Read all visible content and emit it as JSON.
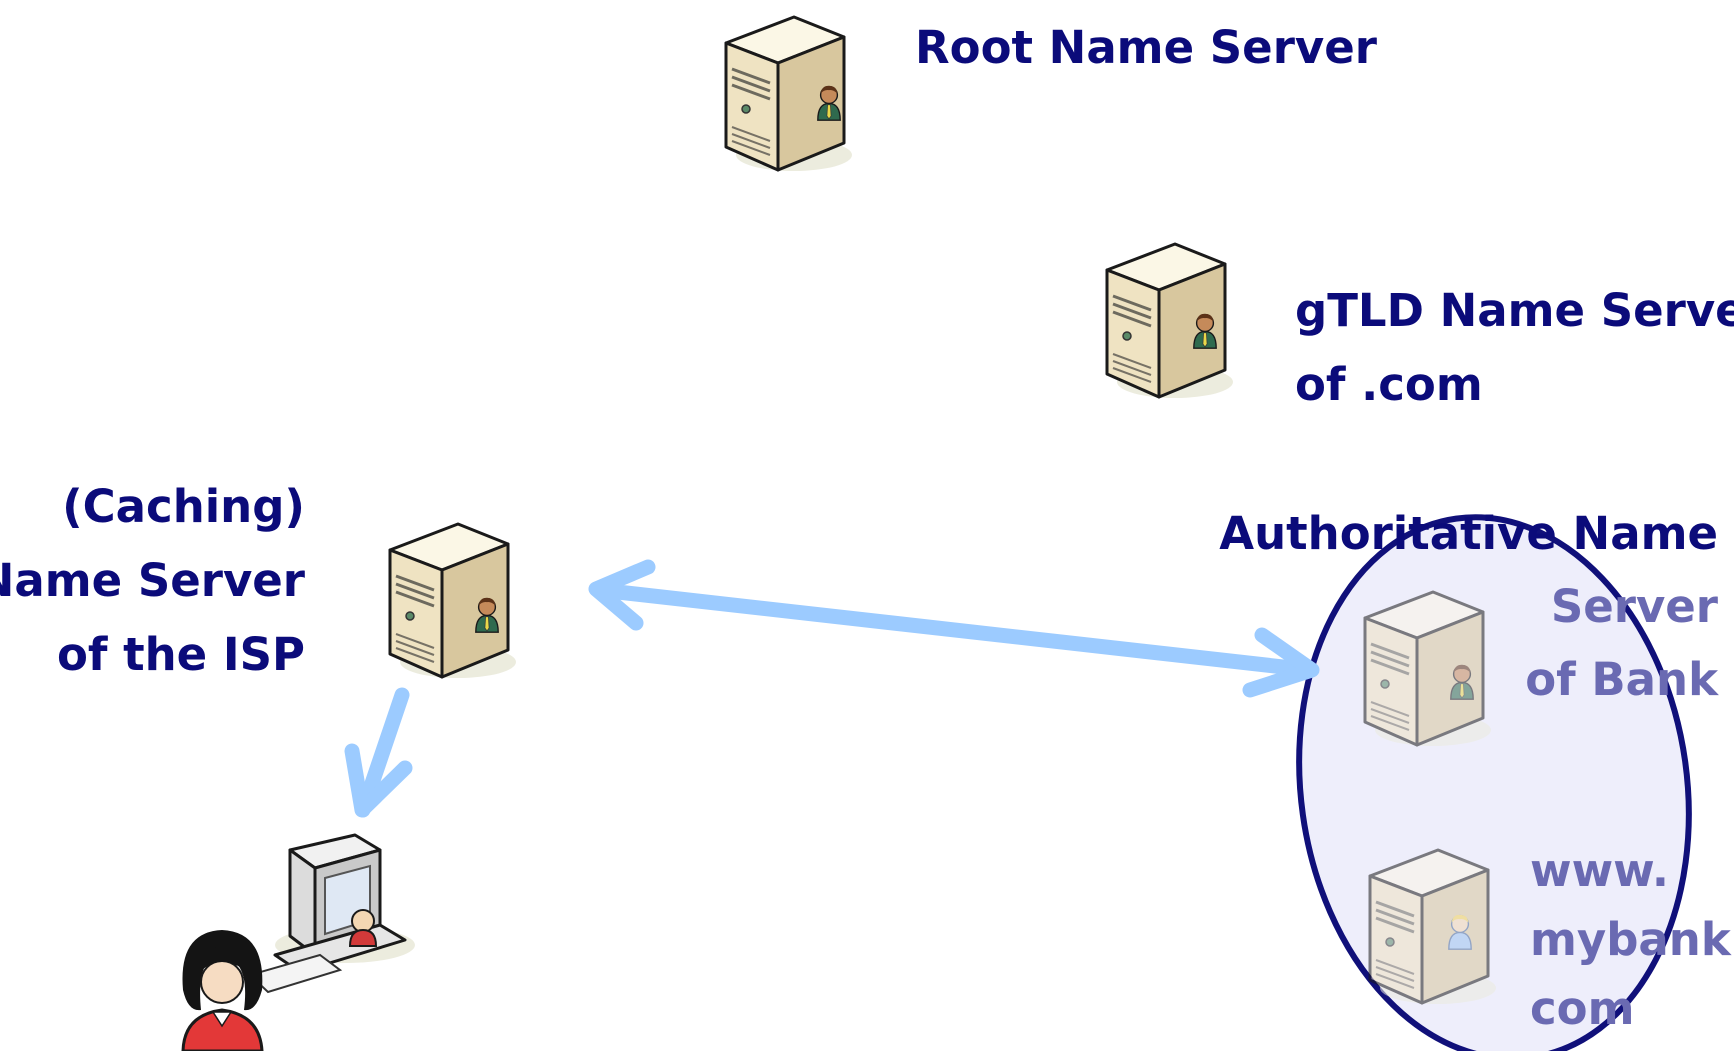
{
  "colors": {
    "label": "#0b0b7a",
    "label_faded": "#6a6ab2",
    "arrow": "#9ccbff",
    "ellipse_stroke": "#10107a",
    "ellipse_fill": "#eeeefb"
  },
  "nodes": {
    "root": {
      "label": "Root Name Server",
      "icon": "server-icon"
    },
    "gtld": {
      "label_line1": "gTLD Name Server",
      "label_line2": "of .com",
      "icon": "server-icon"
    },
    "isp": {
      "label_line1": "(Caching)",
      "label_line2": "Name Server",
      "label_line3": "of the ISP",
      "icon": "server-icon"
    },
    "authoritative": {
      "label_line1": "Authoritative Name",
      "label_line2": "Server",
      "label_line3": "of Bank",
      "icon": "server-icon"
    },
    "webserver": {
      "label_line1": "www.",
      "label_line2": "mybank.",
      "label_line3": "com",
      "icon": "server-icon"
    },
    "client": {
      "icon": "user-computer-icon"
    }
  },
  "edges": [
    {
      "from": "isp",
      "to": "authoritative",
      "direction": "bidirectional"
    },
    {
      "from": "isp",
      "to": "client",
      "direction": "forward"
    }
  ]
}
